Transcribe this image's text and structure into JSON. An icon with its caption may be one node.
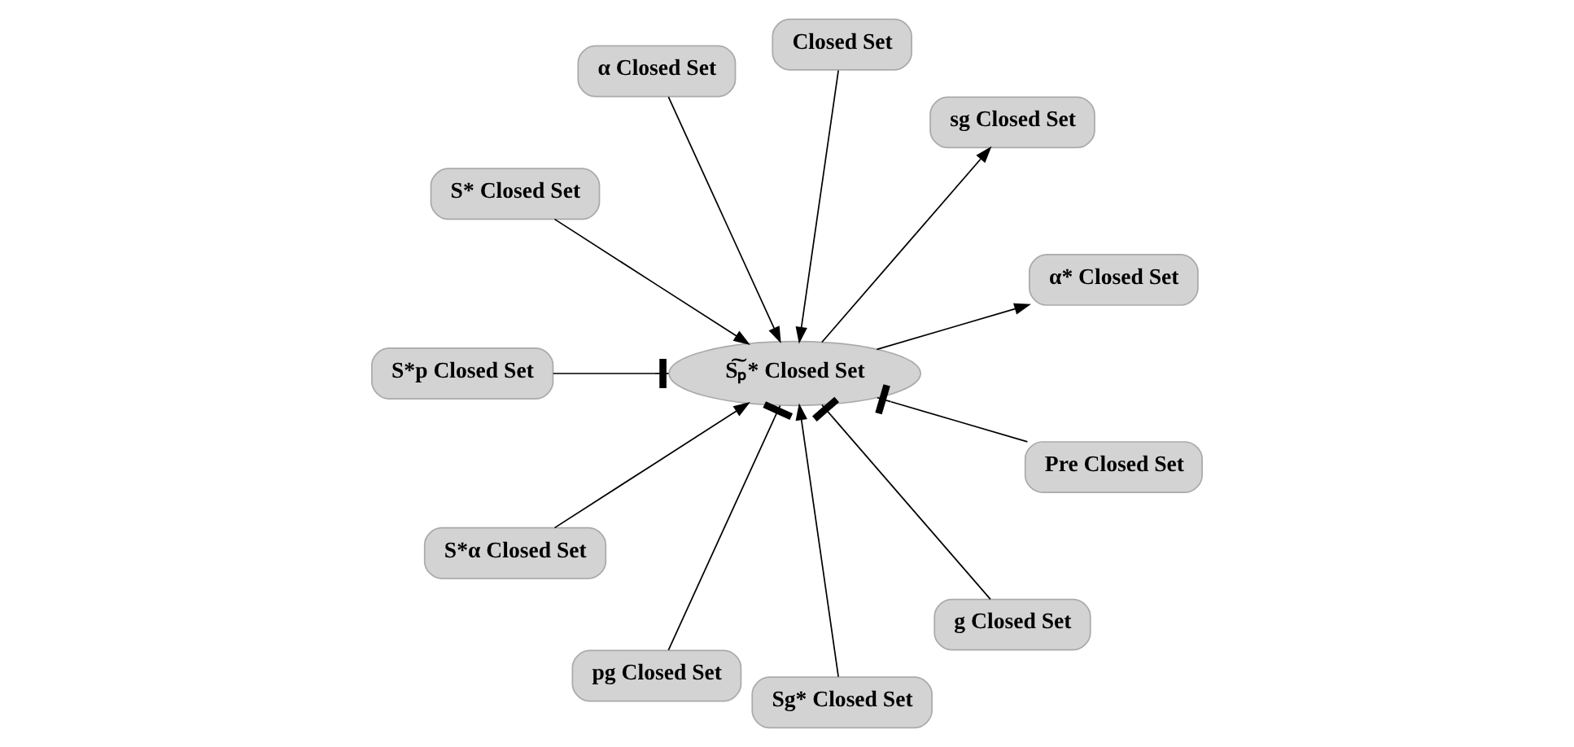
{
  "diagram": {
    "nodes": [
      {
        "text": [
          "Closed Set"
        ]
      },
      {
        "text": [
          "α Closed Set"
        ]
      },
      {
        "text": [
          "S* Closed Set"
        ]
      },
      {
        "text": [
          "S*p Closed Set"
        ]
      },
      {
        "text": [
          "S*α Closed Set"
        ]
      },
      {
        "text": [
          "S͠ₚ* Closed Set"
        ]
      },
      {
        "text": [
          "pg Closed Set"
        ]
      },
      {
        "text": [
          "Sg* Closed Set"
        ]
      },
      {
        "text": [
          "g Closed Set"
        ]
      },
      {
        "text": [
          "α* Closed Set"
        ]
      },
      {
        "text": [
          "Pre Closed Set"
        ]
      },
      {
        "text": [
          "sg Closed Set"
        ]
      }
    ],
    "edges": [
      {
        "from": 0,
        "to": 5,
        "arrow": "to"
      },
      {
        "from": 1,
        "to": 5,
        "arrow": "to"
      },
      {
        "from": 2,
        "to": 5,
        "arrow": "to"
      },
      {
        "from": 3,
        "to": 5,
        "arrow": "other"
      },
      {
        "from": 4,
        "to": 5,
        "arrow": "to"
      },
      {
        "from": 6,
        "to": 5,
        "arrow": "other"
      },
      {
        "from": 7,
        "to": 5,
        "arrow": "to"
      },
      {
        "from": 8,
        "to": 5,
        "arrow": "other"
      },
      {
        "from": 5,
        "to": 9,
        "arrow": "to"
      },
      {
        "from": 10,
        "to": 5,
        "arrow": "other"
      },
      {
        "from": 5,
        "to": 11,
        "arrow": "to"
      }
    ]
  }
}
